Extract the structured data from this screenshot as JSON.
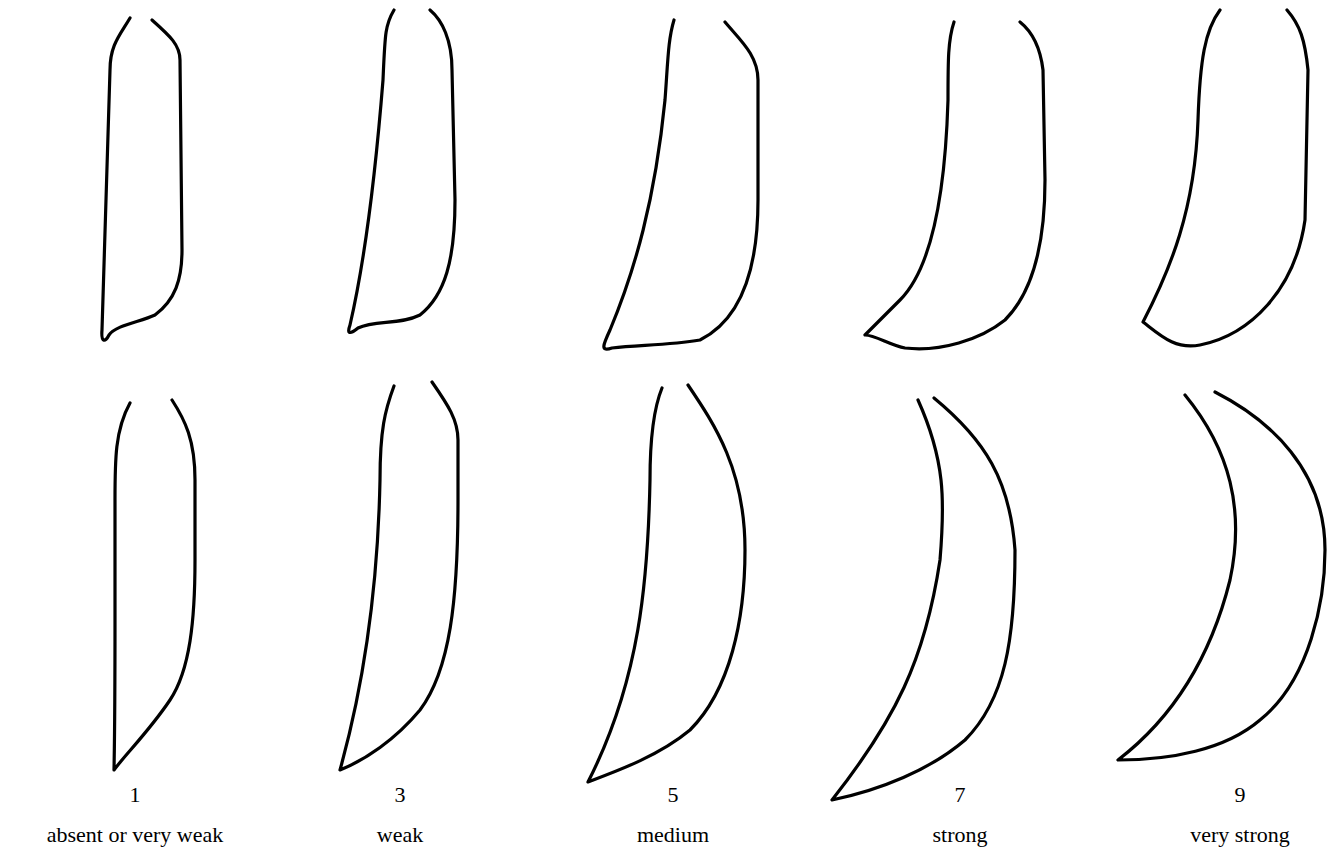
{
  "diagram": {
    "labels": [
      "1",
      "absent or very weak",
      "3",
      "weak",
      "5",
      "medium",
      "7",
      "strong",
      "9",
      "very strong"
    ]
  }
}
